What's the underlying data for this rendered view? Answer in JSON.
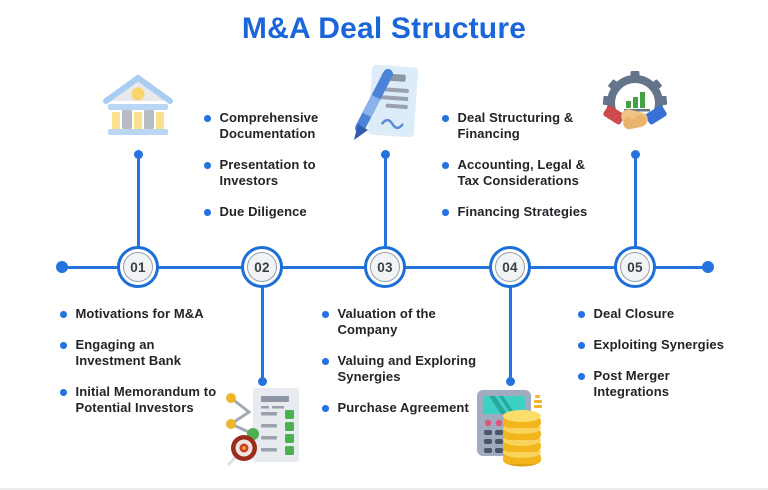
{
  "title": "M&A Deal Structure",
  "colors": {
    "title_blue": "#1a66d9",
    "timeline_blue": "#2573de",
    "node_ring_blue": "#1e6ed8",
    "node_fill_gray": "#f1f3f5",
    "bullet_blue": "#2573de",
    "text_dark": "#222428"
  },
  "stages": [
    {
      "number": "01",
      "icon": "bank-building-icon",
      "icon_position": "above",
      "items_position": "below",
      "items": [
        "Motivations for M&A",
        "Engaging an\nInvestment Bank",
        "Initial Memorandum to\nPotential Investors"
      ]
    },
    {
      "number": "02",
      "icon": "checklist-target-icon",
      "icon_position": "below",
      "items_position": "above",
      "items": [
        "Comprehensive\nDocumentation",
        "Presentation to\nInvestors",
        "Due Diligence"
      ]
    },
    {
      "number": "03",
      "icon": "contract-signing-icon",
      "icon_position": "above",
      "items_position": "below",
      "items": [
        "Valuation of the\nCompany",
        "Valuing and Exploring\nSynergies",
        "Purchase Agreement"
      ]
    },
    {
      "number": "04",
      "icon": "calculator-coins-icon",
      "icon_position": "below",
      "items_position": "above",
      "items": [
        "Deal Structuring &\nFinancing",
        "Accounting, Legal &\nTax Considerations",
        "Financing Strategies"
      ]
    },
    {
      "number": "05",
      "icon": "handshake-gear-icon",
      "icon_position": "above",
      "items_position": "below",
      "items": [
        "Deal Closure",
        "Exploiting Synergies",
        "Post Merger\nIntegrations"
      ]
    }
  ]
}
